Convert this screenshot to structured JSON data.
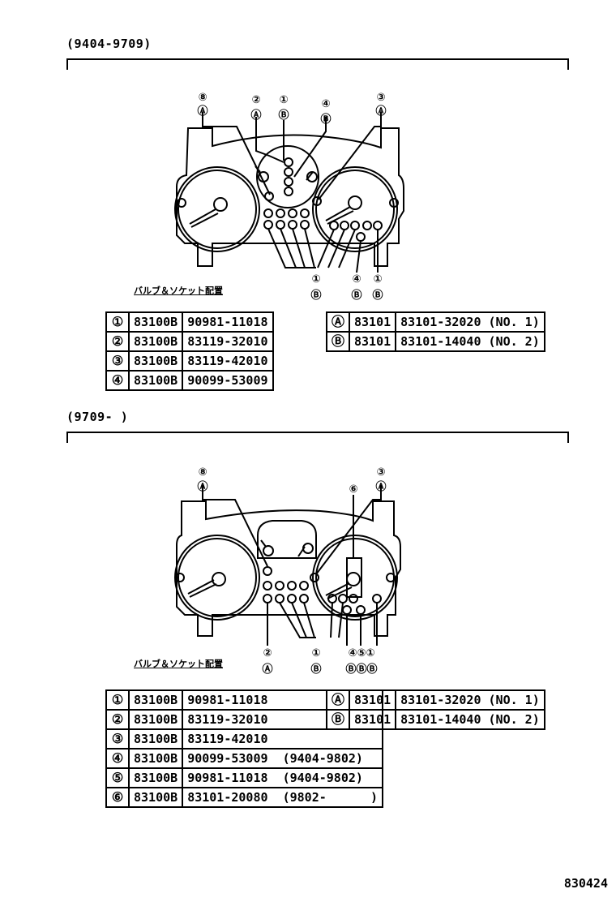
{
  "sections": [
    {
      "period": "(9404-9709)",
      "caption": "バルブ＆ソケット配置",
      "callouts_top": [
        {
          "num": "⑧",
          "letter": "Ⓐ"
        },
        {
          "num": "②",
          "letter": "Ⓐ"
        },
        {
          "num": "①",
          "letter": "Ⓑ"
        },
        {
          "num": "④",
          "letter": "Ⓑ"
        },
        {
          "num": "③",
          "letter": "Ⓐ"
        }
      ],
      "callouts_bottom": [
        {
          "num": "①",
          "letter": "Ⓑ"
        },
        {
          "num": "④",
          "letter": "Ⓑ"
        },
        {
          "num": "①",
          "letter": "Ⓑ"
        }
      ],
      "bulb_table": [
        {
          "key": "①",
          "code": "83100B",
          "part": "90981-11018"
        },
        {
          "key": "②",
          "code": "83100B",
          "part": "83119-32010"
        },
        {
          "key": "③",
          "code": "83100B",
          "part": "83119-42010"
        },
        {
          "key": "④",
          "code": "83100B",
          "part": "90099-53009"
        }
      ],
      "socket_table": [
        {
          "key": "Ⓐ",
          "code": "83101",
          "part": "83101-32020 (NO. 1)"
        },
        {
          "key": "Ⓑ",
          "code": "83101",
          "part": "83101-14040 (NO. 2)"
        }
      ]
    },
    {
      "period": "(9709-      )",
      "caption": "バルブ＆ソケット配置",
      "callouts_top": [
        {
          "num": "⑧",
          "letter": "Ⓐ"
        },
        {
          "num": "⑥",
          "letter": ""
        },
        {
          "num": "③",
          "letter": "Ⓐ"
        }
      ],
      "callouts_bottom": [
        {
          "num": "②",
          "letter": "Ⓐ"
        },
        {
          "num": "①",
          "letter": "Ⓑ"
        },
        {
          "num": "④⑤①",
          "letter": "ⒷⒷⒷ"
        }
      ],
      "bulb_table": [
        {
          "key": "①",
          "code": "83100B",
          "part": "90981-11018"
        },
        {
          "key": "②",
          "code": "83100B",
          "part": "83119-32010"
        },
        {
          "key": "③",
          "code": "83100B",
          "part": "83119-42010"
        },
        {
          "key": "④",
          "code": "83100B",
          "part": "90099-53009  (9404-9802)"
        },
        {
          "key": "⑤",
          "code": "83100B",
          "part": "90981-11018  (9404-9802)"
        },
        {
          "key": "⑥",
          "code": "83100B",
          "part": "83101-20080  (9802-      )"
        }
      ],
      "socket_table": [
        {
          "key": "Ⓐ",
          "code": "83101",
          "part": "83101-32020 (NO. 1)"
        },
        {
          "key": "Ⓑ",
          "code": "83101",
          "part": "83101-14040 (NO. 2)"
        }
      ]
    }
  ],
  "figure_number": "830424"
}
